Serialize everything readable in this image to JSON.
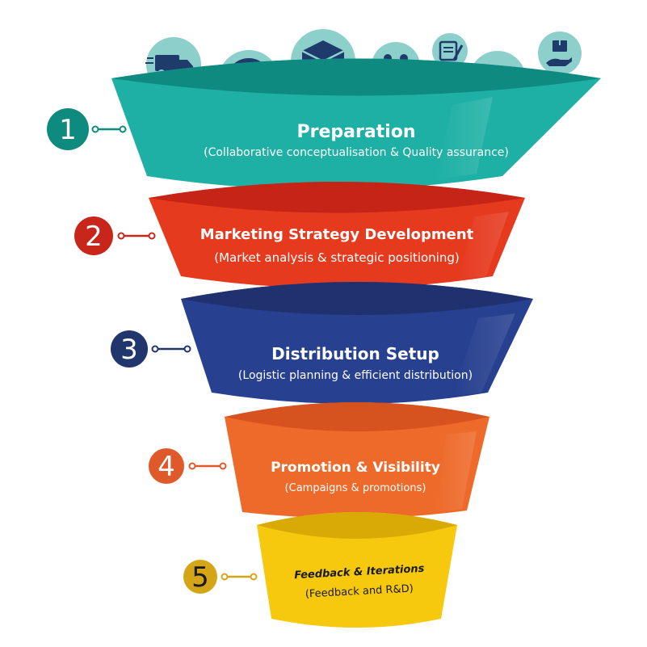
{
  "stages": [
    {
      "number": "1",
      "title": "Preparation",
      "subtitle": "(Collaborative conceptualisation & Quality assurance)",
      "color": "#1fb0a5",
      "rim": "#0e8a80",
      "badge": "#0f8a7f"
    },
    {
      "number": "2",
      "title": "Marketing Strategy Development",
      "subtitle": "(Market analysis & strategic positioning)",
      "color": "#e63a1f",
      "rim": "#c52416",
      "badge": "#c8261a"
    },
    {
      "number": "3",
      "title": "Distribution Setup",
      "subtitle": "(Logistic planning & efficient distribution)",
      "color": "#27408f",
      "rim": "#1f326f",
      "badge": "#22366e"
    },
    {
      "number": "4",
      "title": "Promotion & Visibility",
      "subtitle": "(Campaigns & promotions)",
      "color": "#ee6a2b",
      "rim": "#d6521f",
      "badge": "#e0592a"
    },
    {
      "number": "5",
      "title": "Feedback & Iterations",
      "subtitle": "(Feedback and R&D)",
      "color": "#f6c90e",
      "rim": "#d9aa05",
      "badge": "#d4a617"
    }
  ],
  "icons": [
    "delivery-truck-icon",
    "line-chart-icon",
    "box-icon",
    "people-meeting-icon",
    "document-pen-icon",
    "rating-stars-icon",
    "hand-package-icon"
  ],
  "icon_bg": "#8ccfcb",
  "icon_fg": "#1f3b6b"
}
